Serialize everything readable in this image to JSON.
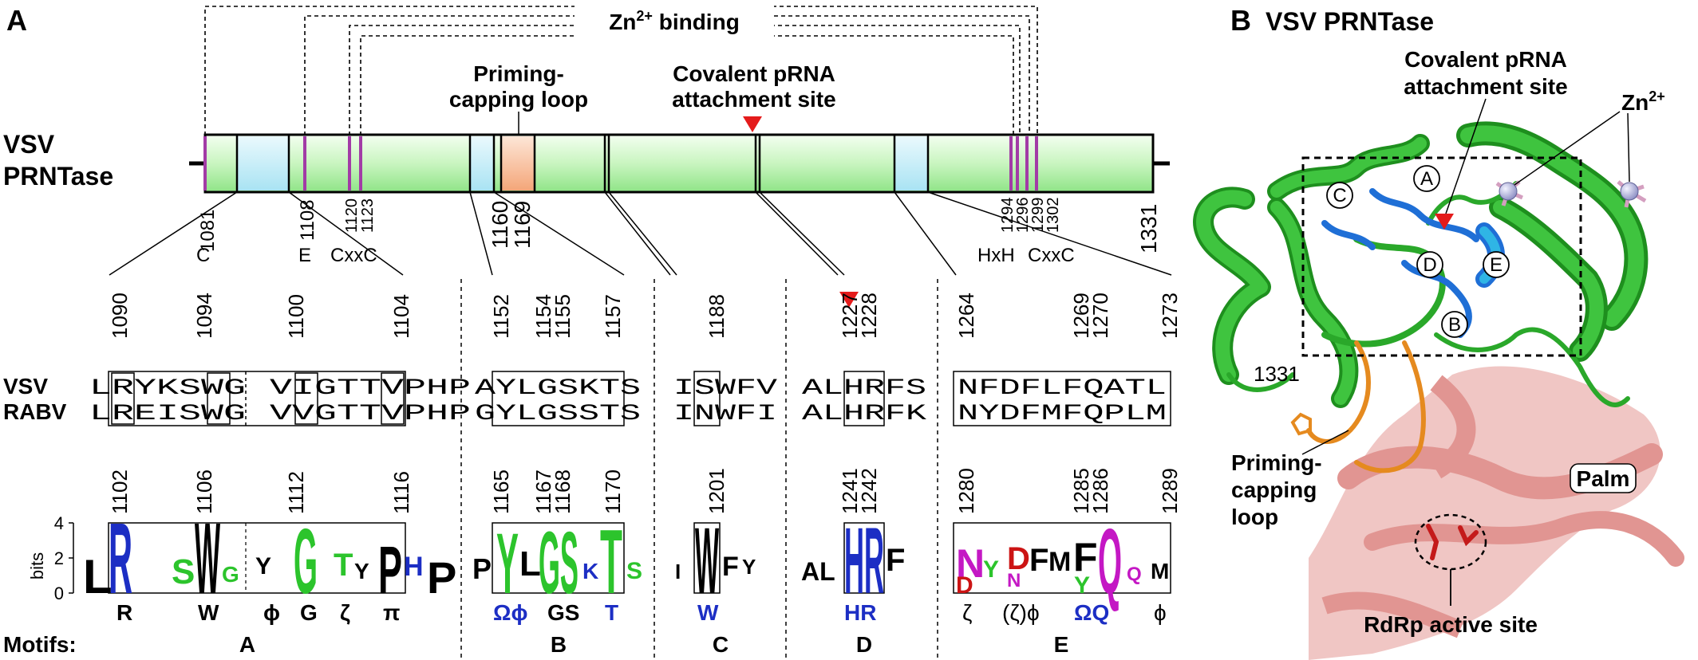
{
  "panel_a": {
    "label": "A",
    "zn_label_main": "Zn",
    "zn_label_sup": "2+",
    "zn_label_rest": " binding",
    "loop_label_1": "Priming-",
    "loop_label_2": "capping loop",
    "pRNA_label_1": "Covalent pRNA",
    "pRNA_label_2": "attachment site",
    "protein_name_1": "VSV",
    "protein_name_2": "PRNTase",
    "bar_numbers": [
      {
        "text": "1081",
        "id": "n1081"
      },
      {
        "text": "1108",
        "id": "n1108"
      },
      {
        "text": "1120",
        "id": "n1120"
      },
      {
        "text": "1123",
        "id": "n1123"
      },
      {
        "text": "1160",
        "id": "n1160"
      },
      {
        "text": "1169",
        "id": "n1169"
      },
      {
        "text": "1294",
        "id": "n1294"
      },
      {
        "text": "1296",
        "id": "n1296"
      },
      {
        "text": "1299",
        "id": "n1299"
      },
      {
        "text": "1302",
        "id": "n1302"
      },
      {
        "text": "1331",
        "id": "n1331"
      }
    ],
    "residue_labels": {
      "c": "C",
      "e": "E",
      "cxxc_left": "CxxC",
      "hxh": "HxH",
      "cxxc_right": "CxxC"
    },
    "seq_names": [
      "VSV",
      "RABV"
    ],
    "motif_A_vsv_1": "LRYKSWG",
    "motif_A_vsv_2": "VIGTTVPHP",
    "motif_A_rabv_1": "LREISWG",
    "motif_A_rabv_2": "VVGTTVPHP",
    "motif_B_vsv": "AYLGSKTS",
    "motif_B_rabv": "GYLGSSTS",
    "motif_C_vsv": "ISWFV",
    "motif_C_rabv": "INWFI",
    "motif_D_vsv": "ALHRFS",
    "motif_D_rabv": "ALHRFK",
    "motif_E_vsv": "NFDFLFQATL",
    "motif_E_rabv": "NYDFMFQPLM",
    "top_numbers": [
      "1090",
      "1094",
      "1100",
      "1104",
      "1152",
      "1154",
      "1155",
      "1157",
      "1188",
      "1227",
      "1228",
      "1264",
      "1269",
      "1270",
      "1273"
    ],
    "bottom_numbers": [
      "1102",
      "1106",
      "1112",
      "1116",
      "1165",
      "1167",
      "1168",
      "1170",
      "1201",
      "1241",
      "1242",
      "1280",
      "1285",
      "1286",
      "1289"
    ],
    "bits_label": "bits",
    "bits_ticks": [
      "4",
      "2",
      "0"
    ],
    "consensus": {
      "A": [
        "R",
        "W",
        "ϕ",
        "G",
        "ζ",
        "π"
      ],
      "B": [
        "Ωϕ",
        "GS",
        "T"
      ],
      "C": [
        "W"
      ],
      "D": [
        "HR"
      ],
      "E": [
        "ζ",
        "(ζ)ϕ",
        "ΩQ",
        "ϕ"
      ]
    },
    "motifs_label": "Motifs:",
    "motif_names": [
      "A",
      "B",
      "C",
      "D",
      "E"
    ]
  },
  "panel_b": {
    "label": "B",
    "title": "VSV PRNTase",
    "pRNA_label_1": "Covalent pRNA",
    "pRNA_label_2": "attachment site",
    "zn_main": "Zn",
    "zn_sup": "2+",
    "motif_circles": [
      "A",
      "C",
      "D",
      "E",
      "B"
    ],
    "end_number": "1331",
    "loop_label": [
      "Priming-",
      "capping",
      "loop"
    ],
    "palm_label": "Palm",
    "active_site_label": "RdRp active site"
  },
  "colors": {
    "domain_green": "#2fb82f",
    "bar_green_light": "#e8fbe4",
    "bar_green_mid": "#a6eda0",
    "cyan_motif": "#c4ecf7",
    "loop_orange": "#f7b78f",
    "zn_purple": "#a23ba6",
    "arrow_red": "#e41b1b",
    "logo_blue": "#1c2ec4",
    "logo_green": "#2cc42c",
    "logo_magenta": "#c418c4",
    "logo_red": "#cc1414",
    "palm_red": "#d9534f",
    "loop_tube_orange": "#e58a1f",
    "motif_blue": "#1f6fd6"
  }
}
